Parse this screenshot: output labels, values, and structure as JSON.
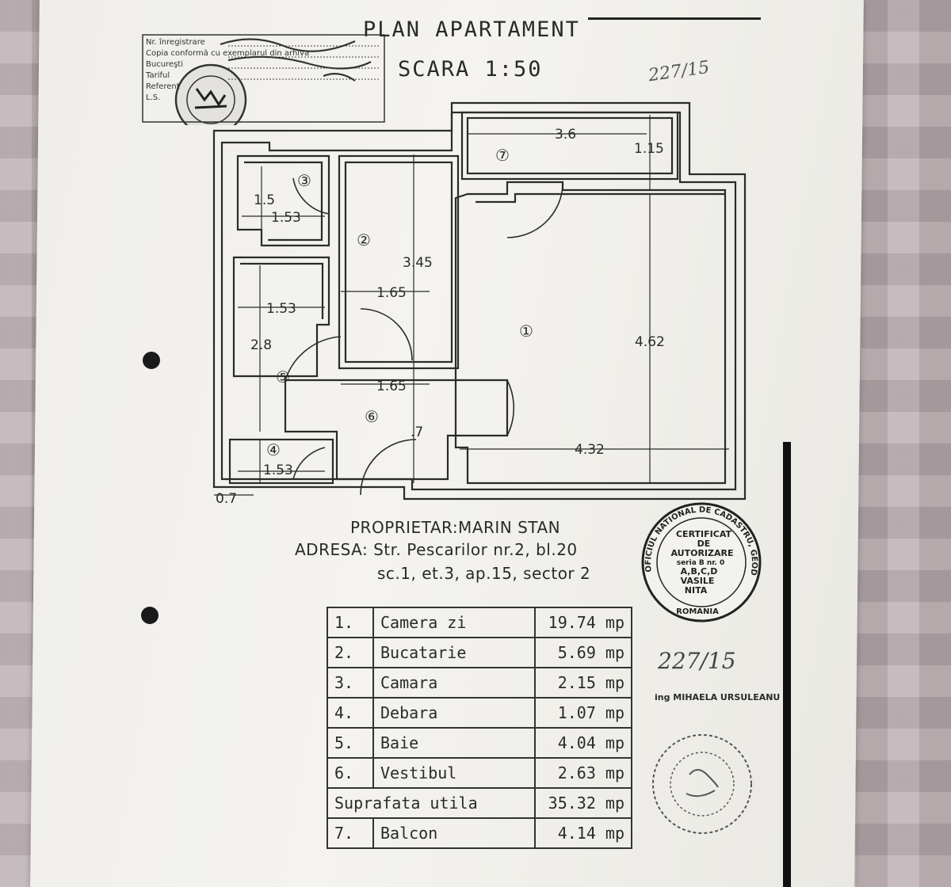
{
  "title": "PLAN APARTAMENT",
  "scale": "SCARA   1:50",
  "owner": "PROPRIETAR:MARIN STAN",
  "address1": "ADRESA: Str. Pescarilor nr.2, bl.20",
  "address2": "sc.1, et.3, ap.15, sector 2",
  "handnote_top": "227/15",
  "handnote_mid": "227/15",
  "engineer": "ing MIHAELA URSULEANU",
  "stamp_top": {
    "lines": [
      "Nr. înregistrare",
      "Copia conformă cu exemplarul din arhiva",
      "Bucureşti",
      "Tariful",
      "Referent",
      "L.S."
    ]
  },
  "seal_cert": {
    "outer": "OFICIUL NATIONAL DE CADASTRU, GEODEZIE SI CARTOGRAFIE",
    "line1": "CERTIFICAT",
    "line2": "DE",
    "line3": "AUTORIZARE",
    "line4": "seria B nr. 0",
    "line5": "A,B,C,D",
    "line6": "VASILE",
    "line7": "NITA",
    "line8": "ROMANIA"
  },
  "plan": {
    "room_numbers": [
      "①",
      "②",
      "③",
      "④",
      "⑤",
      "⑥",
      "⑦"
    ],
    "dims": {
      "d_3_6": "3.6",
      "d_1_15": "1.15",
      "d_1_5": "1.5",
      "d_1_53_a": "1.53",
      "d_1_53_b": "1.53",
      "d_1_53_c": "1.53",
      "d_3_45": "3.45",
      "d_1_65_a": "1.65",
      "d_1_65_b": "1.65",
      "d_2_8": "2.8",
      "d_4_62": "4.62",
      "d_4_32": "4.32",
      "d_0_7_a": "0.7",
      "d_0_7_b": ".7"
    }
  },
  "rooms": [
    {
      "num": "1.",
      "name": "Camera zi",
      "area": "19.74 mp"
    },
    {
      "num": "2.",
      "name": "Bucatarie",
      "area": "5.69 mp"
    },
    {
      "num": "3.",
      "name": "Camara",
      "area": "2.15 mp"
    },
    {
      "num": "4.",
      "name": "Debara",
      "area": "1.07 mp"
    },
    {
      "num": "5.",
      "name": "Baie",
      "area": "4.04 mp"
    },
    {
      "num": "6.",
      "name": "Vestibul",
      "area": "2.63 mp"
    }
  ],
  "total": {
    "label": "Suprafata utila",
    "area": "35.32 mp"
  },
  "balcony": {
    "num": "7.",
    "name": "Balcon",
    "area": "4.14 mp"
  }
}
